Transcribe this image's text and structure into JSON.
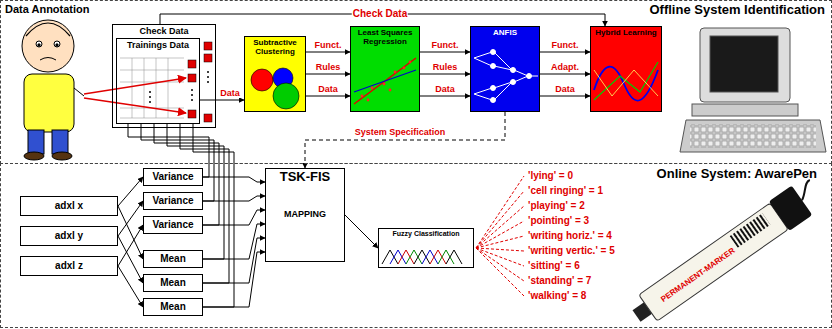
{
  "diagram": {
    "nodes": [
      {
        "text": [
          "Data Annotation",
          "Offline System Identification"
        ]
      },
      {
        "text": [
          "Check Data"
        ],
        "in": 0
      },
      {
        "text": [
          "Trainings Data"
        ],
        "in": 1
      },
      {
        "text": [
          "Subtractive Clustering"
        ],
        "in": 0
      },
      {
        "text": [
          "Least Squares Regression"
        ],
        "in": 0
      },
      {
        "text": [
          "ANFIS"
        ],
        "in": 0
      },
      {
        "text": [
          "Hybrid Learning"
        ],
        "in": 0
      },
      {
        "text": [
          "Online System: AwarePen"
        ]
      },
      {
        "text": [
          "adxl x"
        ],
        "in": 7
      },
      {
        "text": [
          "adxl y"
        ],
        "in": 7
      },
      {
        "text": [
          "adxl z"
        ],
        "in": 7
      },
      {
        "text": [
          "Variance"
        ],
        "in": 7
      },
      {
        "text": [
          "Variance"
        ],
        "in": 7
      },
      {
        "text": [
          "Variance"
        ],
        "in": 7
      },
      {
        "text": [
          "Mean"
        ],
        "in": 7
      },
      {
        "text": [
          "Mean"
        ],
        "in": 7
      },
      {
        "text": [
          "Mean"
        ],
        "in": 7
      },
      {
        "text": [
          "TSK-FIS",
          "MAPPING"
        ],
        "in": 7
      },
      {
        "text": [
          "Fuzzy Classification"
        ],
        "in": 7
      }
    ],
    "edges": [
      {
        "from": 1,
        "to": 6,
        "label": "Check Data",
        "arrow": "to"
      },
      {
        "from": 2,
        "to": 3,
        "label": "Data",
        "arrow": "to"
      },
      {
        "from": 3,
        "to": 4,
        "label": "Funct.",
        "arrow": "to"
      },
      {
        "from": 3,
        "to": 4,
        "label": "Rules",
        "arrow": "to"
      },
      {
        "from": 3,
        "to": 4,
        "label": "Data",
        "arrow": "to"
      },
      {
        "from": 4,
        "to": 5,
        "label": "Funct.",
        "arrow": "to"
      },
      {
        "from": 4,
        "to": 5,
        "label": "Rules",
        "arrow": "to"
      },
      {
        "from": 4,
        "to": 5,
        "label": "Data",
        "arrow": "to"
      },
      {
        "from": 5,
        "to": 6,
        "label": "Funct.",
        "arrow": "to"
      },
      {
        "from": 5,
        "to": 6,
        "label": "Adapt.",
        "arrow": "to"
      },
      {
        "from": 5,
        "to": 6,
        "label": "Data",
        "arrow": "to"
      },
      {
        "from": 5,
        "to": 17,
        "label": "System Specification",
        "arrow": "to"
      },
      {
        "from": 8,
        "to": 11,
        "arrow": "to"
      },
      {
        "from": 8,
        "to": 14,
        "arrow": "to"
      },
      {
        "from": 9,
        "to": 12,
        "arrow": "to"
      },
      {
        "from": 9,
        "to": 15,
        "arrow": "to"
      },
      {
        "from": 10,
        "to": 13,
        "arrow": "to"
      },
      {
        "from": 10,
        "to": 16,
        "arrow": "to"
      },
      {
        "from": 11,
        "to": 17,
        "arrow": "to"
      },
      {
        "from": 12,
        "to": 17,
        "arrow": "to"
      },
      {
        "from": 13,
        "to": 17,
        "arrow": "to"
      },
      {
        "from": 14,
        "to": 17,
        "arrow": "to"
      },
      {
        "from": 15,
        "to": 17,
        "arrow": "to"
      },
      {
        "from": 16,
        "to": 17,
        "arrow": "to"
      },
      {
        "from": 11,
        "to": 2,
        "arrow": "none"
      },
      {
        "from": 12,
        "to": 2,
        "arrow": "none"
      },
      {
        "from": 13,
        "to": 2,
        "arrow": "none"
      },
      {
        "from": 14,
        "to": 2,
        "arrow": "none"
      },
      {
        "from": 15,
        "to": 2,
        "arrow": "none"
      },
      {
        "from": 16,
        "to": 2,
        "arrow": "none"
      },
      {
        "from": 17,
        "to": 18,
        "arrow": "to"
      }
    ],
    "labels": [
      "'lying' = 0",
      "'cell ringing' = 1",
      "'playing' = 2",
      "'pointing' = 3",
      "'writing horiz.' = 4",
      "'writing vertic.' = 5",
      "'sitting' = 6",
      "'standing' = 7",
      "'walking' = 8",
      "PERMANENT-MARKER"
    ]
  }
}
